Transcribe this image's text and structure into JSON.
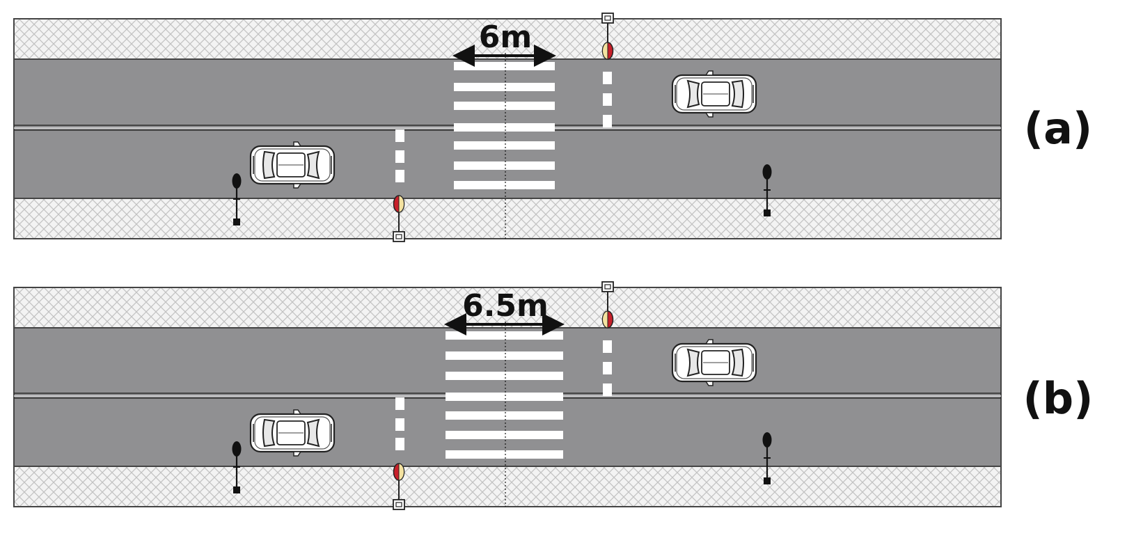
{
  "panels": [
    {
      "id": "a",
      "label": "(a)",
      "crossing_width_label": "6m",
      "crossing_width_m": 6
    },
    {
      "id": "b",
      "label": "(b)",
      "crossing_width_label": "6.5m",
      "crossing_width_m": 6.5
    }
  ],
  "colors": {
    "road": "#909092",
    "sidewalk_bg": "#f3f3f3",
    "hatch": "#c2c2c2",
    "marking": "#ffffff",
    "outline": "#444444",
    "dim_line": "#111111",
    "signal_red": "#c8202a",
    "signal_amber": "#f4e2a0",
    "lamp": "#111111"
  },
  "icons": [
    "car-icon",
    "pedestrian-signal-icon",
    "street-lamp-icon",
    "dimension-arrow-icon"
  ]
}
